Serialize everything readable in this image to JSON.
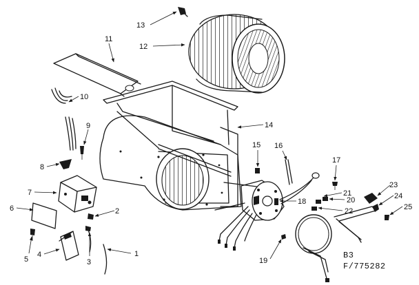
{
  "callouts": [
    "1",
    "2",
    "3",
    "4",
    "5",
    "6",
    "7",
    "8",
    "9",
    "10",
    "11",
    "12",
    "13",
    "14",
    "15",
    "16",
    "17",
    "18",
    "19",
    "20",
    "21",
    "22",
    "23",
    "24",
    "25"
  ],
  "caption": {
    "line1": "B3",
    "line2": "F/775282"
  }
}
